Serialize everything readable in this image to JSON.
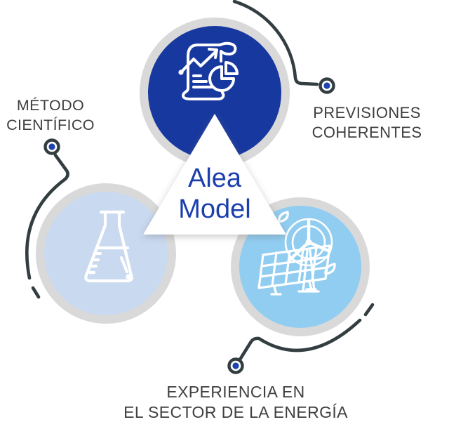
{
  "diagram": {
    "center": {
      "line1": "Alea",
      "line2": "Model"
    },
    "nodes": [
      {
        "id": "previsiones",
        "icon": "analytics-report-icon",
        "label_line1": "PREVISIONES",
        "label_line2": "COHERENTES"
      },
      {
        "id": "metodo",
        "icon": "lab-flask-icon",
        "label_line1": "MÉTODO",
        "label_line2": "CIENTÍFICO"
      },
      {
        "id": "energia",
        "icon": "renewable-energy-icon",
        "label_line1": "EXPERIENCIA EN",
        "label_line2": "EL SECTOR DE LA ENERGÍA"
      }
    ]
  },
  "colors": {
    "navy": "#17389f",
    "periwinkle": "#c9d9f0",
    "sky": "#91cdf1",
    "ring": "#d9d9d9",
    "line": "#333e41",
    "label_text": "#3f3f3f",
    "brand_blue": "#1c3fae",
    "dot_blue": "#1c43af",
    "icon_stroke": "#ffffff"
  }
}
